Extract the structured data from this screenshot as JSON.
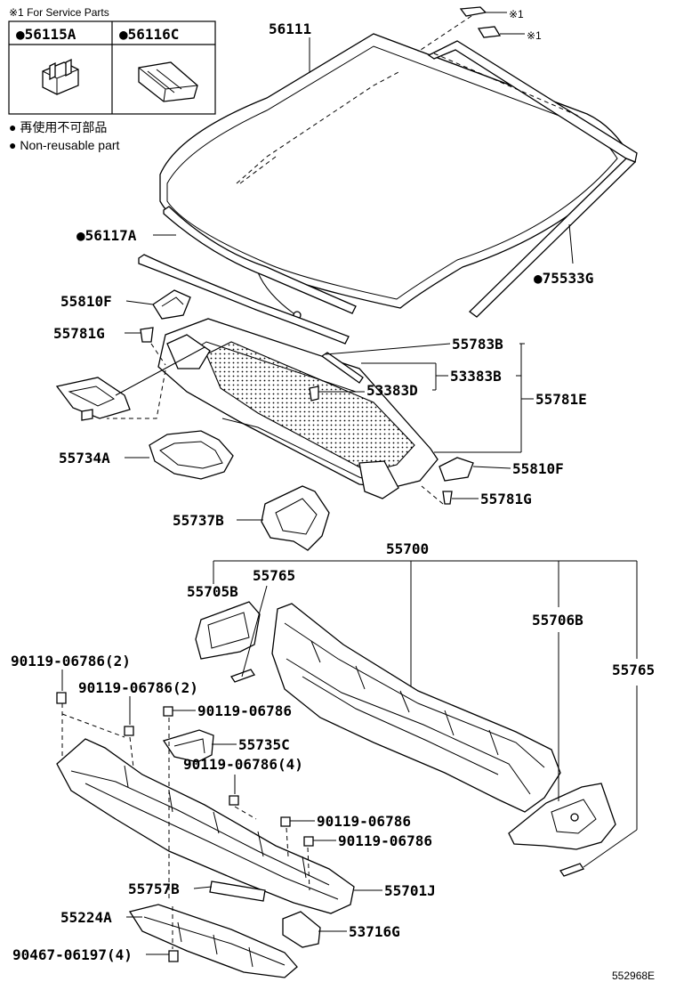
{
  "service_note": "※1 For Service Parts",
  "service_table": {
    "col1": "●56115A",
    "col2": "●56116C"
  },
  "legend": {
    "jp": "● 再使用不可部品",
    "en": "● Non-reusable part"
  },
  "service_marks": [
    "※1",
    "※1"
  ],
  "labels": {
    "windshield": "56111",
    "side_molding": "●56117A",
    "upper_molding": "●75533G",
    "bracket_left": "55810F",
    "clip_left": "55781G",
    "seal_55783b": "55783B",
    "seal_53383b": "53383B",
    "clip_53383d": "53383D",
    "cowl_panel": "55781E",
    "bracket_right": "55810F",
    "clip_right": "55781G",
    "cowl_cover_left": "55734A",
    "duct_55737b": "55737B",
    "cowl_assy": "55700",
    "bracket_55705b": "55705B",
    "pad_55765_left": "55765",
    "bracket_55706b": "55706B",
    "pad_55765_right": "55765",
    "bolt_a": "90119-06786(2)",
    "bolt_b": "90119-06786(2)",
    "bolt_c": "90119-06786",
    "bracket_55735c": "55735C",
    "bolt_d": "90119-06786(4)",
    "bolt_e": "90119-06786",
    "bolt_f": "90119-06786",
    "pad_55757b": "55757B",
    "cowl_lower_55701j": "55701J",
    "panel_55224a": "55224A",
    "bracket_53716g": "53716G",
    "screw_90467": "90467-06197(4)"
  },
  "diagram_code": "552968E"
}
